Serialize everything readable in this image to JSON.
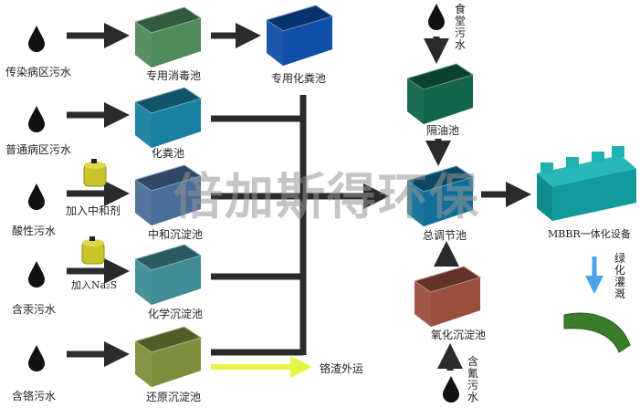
{
  "sources": [
    {
      "label": "传染病区污水"
    },
    {
      "label": "普通病区污水"
    },
    {
      "label": "酸性污水"
    },
    {
      "label": "含汞污水"
    },
    {
      "label": "含铬污水"
    }
  ],
  "tanks": [
    {
      "label": "专用消毒池",
      "color": "#4f8a5c"
    },
    {
      "label": "化粪池",
      "color": "#1a7fa0"
    },
    {
      "label": "中和沉淀池",
      "color": "#4a6e99"
    },
    {
      "label": "化学沉淀池",
      "color": "#3f8c94"
    },
    {
      "label": "还原沉淀池",
      "color": "#7d8f3e"
    },
    {
      "label": "专用化粪池",
      "color": "#0f4fa8"
    },
    {
      "label": "隔油池",
      "color": "#12644a"
    },
    {
      "label": "总调节池",
      "color": "#0f6f9a"
    },
    {
      "label": "氧化沉淀池",
      "color": "#9a4f3e"
    }
  ],
  "reagents": {
    "neutralizer": "加入中和剂",
    "na2s": "加入Na₂S"
  },
  "canteen": "食堂污水",
  "cyanide": "含氰污水",
  "chrome_slag": "铬渣外运",
  "mbbr": "MBBR一体化设备",
  "irrigation": "绿化灌溉",
  "watermark": "倍加斯得环保"
}
